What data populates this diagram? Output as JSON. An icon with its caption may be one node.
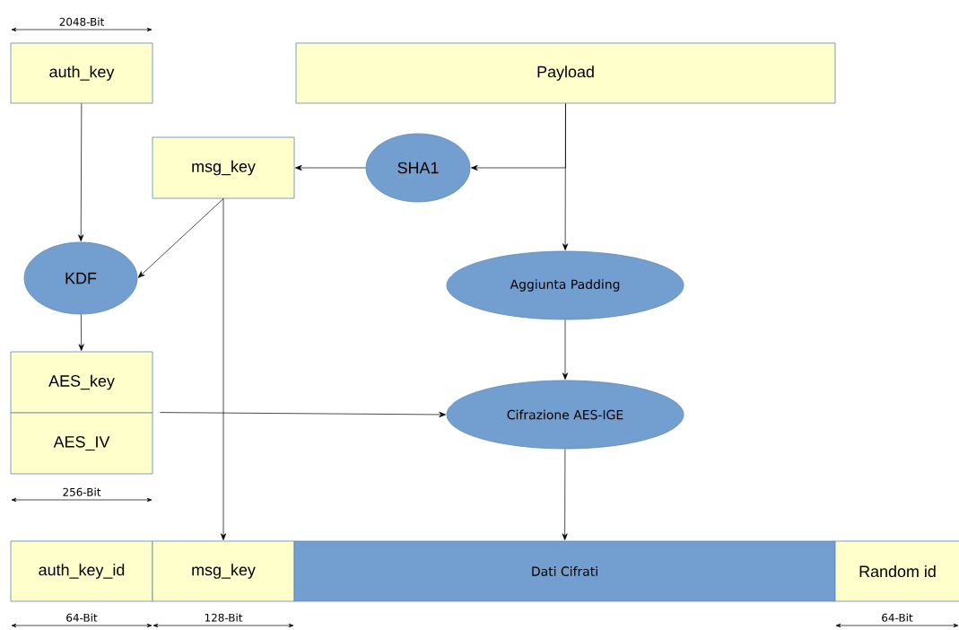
{
  "diagram": {
    "nodes": [
      {
        "text": [
          "auth_key"
        ]
      },
      {
        "text": [
          "Payload"
        ]
      },
      {
        "text": [
          "msg_key"
        ]
      },
      {
        "text": [
          "SHA1"
        ]
      },
      {
        "text": [
          "KDF"
        ]
      },
      {
        "text": [
          "Aggiunta Padding"
        ]
      },
      {
        "text": [
          "AES_key"
        ]
      },
      {
        "text": [
          "AES_IV"
        ]
      },
      {
        "text": [
          "Cifrazione AES-IGE"
        ]
      },
      {
        "text": [
          "auth_key_id"
        ]
      },
      {
        "text": [
          "msg_key"
        ]
      },
      {
        "text": [
          "Dati Cifrati"
        ]
      },
      {
        "text": [
          "Random id"
        ]
      }
    ],
    "edges": [
      {
        "from": 0,
        "to": 4,
        "arrow": "to"
      },
      {
        "from": 1,
        "to": 3,
        "arrow": "to"
      },
      {
        "from": 1,
        "to": 5,
        "arrow": "to"
      },
      {
        "from": 3,
        "to": 2,
        "arrow": "to"
      },
      {
        "from": 2,
        "to": 4,
        "arrow": "to"
      },
      {
        "from": 2,
        "to": 10,
        "arrow": "to"
      },
      {
        "from": 4,
        "to": 6,
        "arrow": "to"
      },
      {
        "from": 5,
        "to": 8,
        "arrow": "to"
      },
      {
        "from": 7,
        "to": 8,
        "arrow": "to"
      },
      {
        "from": 8,
        "to": 11,
        "arrow": "to"
      }
    ],
    "labels": [
      "2048-Bit",
      "256-Bit",
      "64-Bit",
      "128-Bit",
      "64-Bit"
    ]
  }
}
